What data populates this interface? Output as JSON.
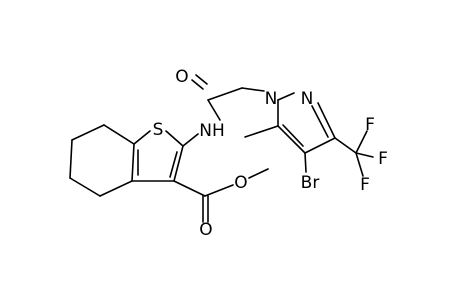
{
  "molecule": {
    "atoms": {
      "S": "S",
      "NH": "NH",
      "O_amide": "O",
      "N1": "N",
      "N2": "N",
      "O_ester_carbonyl": "O",
      "O_ester_ether": "O",
      "Br": "Br",
      "F1": "F",
      "F2": "F",
      "F3": "F"
    }
  }
}
